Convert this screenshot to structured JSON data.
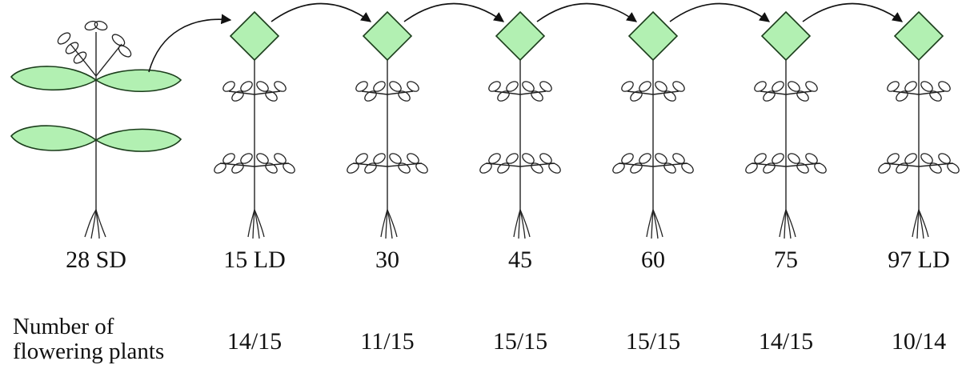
{
  "stages": [
    {
      "label": "28 SD",
      "count": ""
    },
    {
      "label": "15 LD",
      "count": "14/15"
    },
    {
      "label": "30",
      "count": "11/15"
    },
    {
      "label": "45",
      "count": "15/15"
    },
    {
      "label": "60",
      "count": "15/15"
    },
    {
      "label": "75",
      "count": "14/15"
    },
    {
      "label": "97 LD",
      "count": "10/14"
    }
  ],
  "row_title_line1": "Number of",
  "row_title_line2": "flowering plants",
  "colors": {
    "leaf_fill": "#b2f0b2",
    "outline": "#1b3d1b",
    "line": "#222222"
  }
}
